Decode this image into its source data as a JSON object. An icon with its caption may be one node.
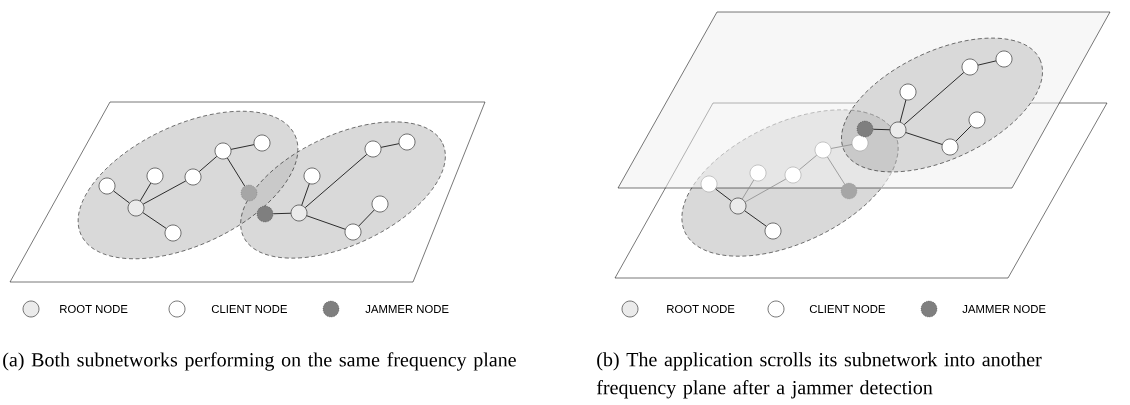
{
  "diagram": {
    "nodes": [
      {
        "text": [],
        "shape": "circle"
      },
      {
        "text": [],
        "shape": "circle"
      },
      {
        "text": [],
        "shape": "circle"
      },
      {
        "text": [],
        "shape": "circle"
      },
      {
        "text": [],
        "shape": "circle"
      },
      {
        "text": [],
        "shape": "circle"
      },
      {
        "text": [],
        "shape": "circle"
      },
      {
        "text": [],
        "shape": "circle"
      },
      {
        "text": [],
        "shape": "circle"
      },
      {
        "text": [],
        "shape": "circle"
      },
      {
        "text": [],
        "shape": "circle"
      },
      {
        "text": [],
        "shape": "circle"
      },
      {
        "text": [],
        "shape": "circle"
      },
      {
        "text": [],
        "shape": "circle"
      },
      {
        "text": [],
        "shape": "circle"
      },
      {
        "text": [],
        "shape": "circle"
      },
      {
        "text": [],
        "shape": "circle"
      },
      {
        "text": [],
        "shape": "circle"
      },
      {
        "text": [],
        "shape": "circle"
      },
      {
        "text": [],
        "shape": "circle"
      },
      {
        "text": [],
        "shape": "circle"
      },
      {
        "text": [],
        "shape": "circle"
      },
      {
        "text": [],
        "shape": "circle"
      },
      {
        "text": [],
        "shape": "circle"
      },
      {
        "text": [],
        "shape": "circle"
      },
      {
        "text": [],
        "shape": "circle"
      },
      {
        "text": [],
        "shape": "circle"
      },
      {
        "text": [],
        "shape": "circle"
      },
      {
        "text": [],
        "shape": "circle"
      },
      {
        "text": [],
        "shape": "circle"
      }
    ],
    "edges": [
      {
        "from": 0,
        "to": 2,
        "arrow": "none"
      },
      {
        "from": 1,
        "to": 2,
        "arrow": "none"
      },
      {
        "from": 2,
        "to": 3,
        "arrow": "none"
      },
      {
        "from": 3,
        "to": 4,
        "arrow": "none"
      },
      {
        "from": 4,
        "to": 5,
        "arrow": "none"
      },
      {
        "from": 2,
        "to": 6,
        "arrow": "none"
      },
      {
        "from": 4,
        "to": 7,
        "arrow": "none"
      },
      {
        "from": 8,
        "to": 9,
        "arrow": "none"
      },
      {
        "from": 9,
        "to": 10,
        "arrow": "none"
      },
      {
        "from": 9,
        "to": 11,
        "arrow": "none"
      },
      {
        "from": 11,
        "to": 12,
        "arrow": "none"
      },
      {
        "from": 9,
        "to": 14,
        "arrow": "none"
      },
      {
        "from": 14,
        "to": 13,
        "arrow": "none"
      },
      {
        "from": 15,
        "to": 17,
        "arrow": "none"
      },
      {
        "from": 16,
        "to": 17,
        "arrow": "none",
        "color": "#8c8c8c"
      },
      {
        "from": 17,
        "to": 18,
        "arrow": "none",
        "color": "#8c8c8c"
      },
      {
        "from": 18,
        "to": 19,
        "arrow": "none",
        "color": "#8c8c8c"
      },
      {
        "from": 19,
        "to": 20,
        "arrow": "none",
        "color": "#8c8c8c"
      },
      {
        "from": 19,
        "to": 22,
        "arrow": "none",
        "color": "#8c8c8c"
      },
      {
        "from": 17,
        "to": 21,
        "arrow": "none"
      },
      {
        "from": 23,
        "to": 24,
        "arrow": "none"
      },
      {
        "from": 24,
        "to": 25,
        "arrow": "none"
      },
      {
        "from": 24,
        "to": 26,
        "arrow": "none"
      },
      {
        "from": 26,
        "to": 27,
        "arrow": "none"
      },
      {
        "from": 24,
        "to": 29,
        "arrow": "none"
      },
      {
        "from": 29,
        "to": 28,
        "arrow": "none"
      }
    ],
    "labels": [
      "(a) Both subnetworks performing on the same frequency plane",
      "(b) The application scrolls its subnetwork into another frequency plane after a jammer detection"
    ],
    "legend": [
      {
        "text": "ROOT NODE"
      },
      {
        "text": "CLIENT NODE"
      },
      {
        "text": "JAMMER NODE"
      },
      {
        "text": "ROOT NODE"
      },
      {
        "text": "CLIENT NODE"
      },
      {
        "text": "JAMMER NODE"
      }
    ]
  }
}
